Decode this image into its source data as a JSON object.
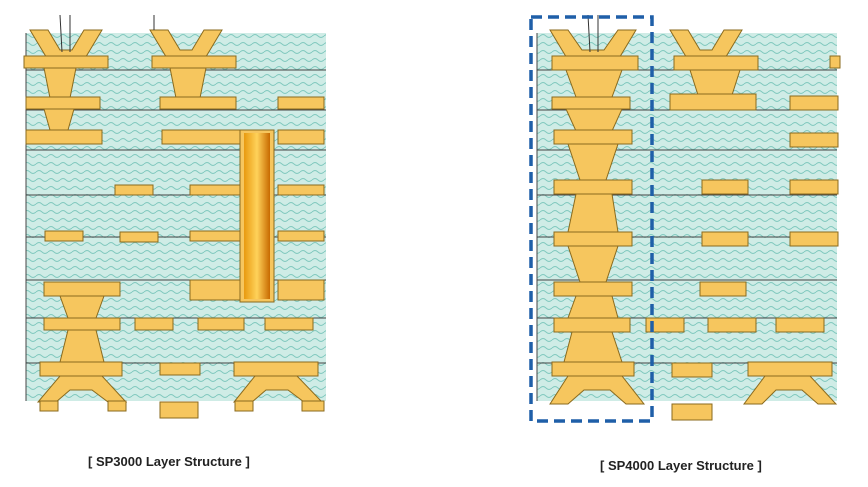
{
  "captions": {
    "sp3000": "[ SP3000 Layer Structure ]",
    "sp4000": "[ SP4000 Layer Structure ]"
  },
  "colors": {
    "dielectric": "#cfece6",
    "weave": "#7fc8be",
    "copper": "#f6c65e",
    "copper_edge": "#8a6a1e",
    "layer_line": "#444444",
    "highlight_box": "#1f5fa8",
    "via_center": "#c86a00"
  },
  "structures": [
    {
      "name": "SP3000",
      "build_up_layers": 9,
      "has_through_hole_via": true,
      "has_stacked_microvia_column": false
    },
    {
      "name": "SP4000",
      "build_up_layers": 9,
      "has_through_hole_via": false,
      "has_stacked_microvia_column": true,
      "highlighted_column": true
    }
  ]
}
